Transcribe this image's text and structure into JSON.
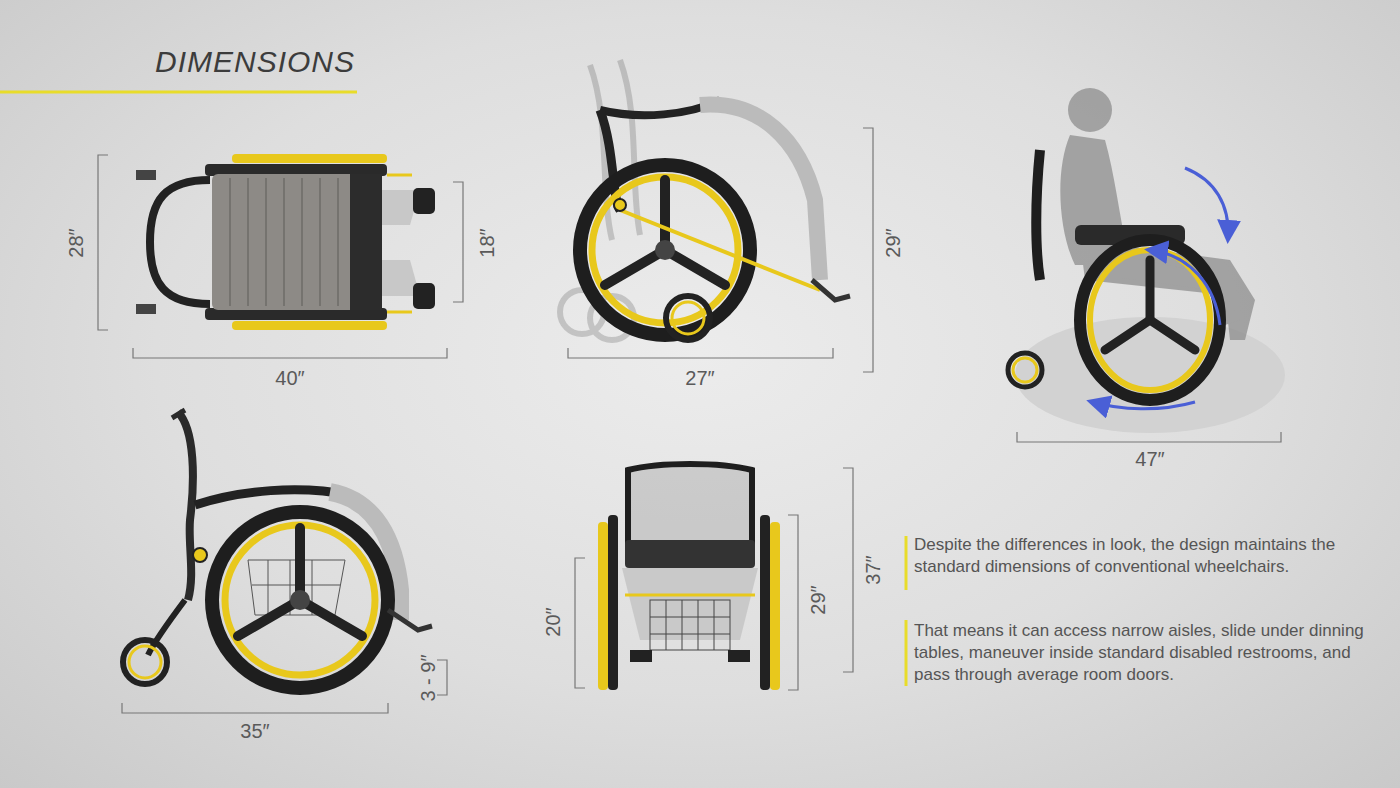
{
  "diagram": {
    "title": "DIMENSIONS",
    "labels": [
      "28″",
      "18″",
      "40″",
      "27″",
      "29″",
      "47″",
      "3 - 9″",
      "35″",
      "20″",
      "29″",
      "37″",
      "Despite the differences in look, the design maintains the standard dimensions of conventional wheelchairs.",
      "That means it can access narrow aisles, slide under dinning tables, maneuver inside standard disabled restrooms, and pass through average room doors."
    ]
  }
}
